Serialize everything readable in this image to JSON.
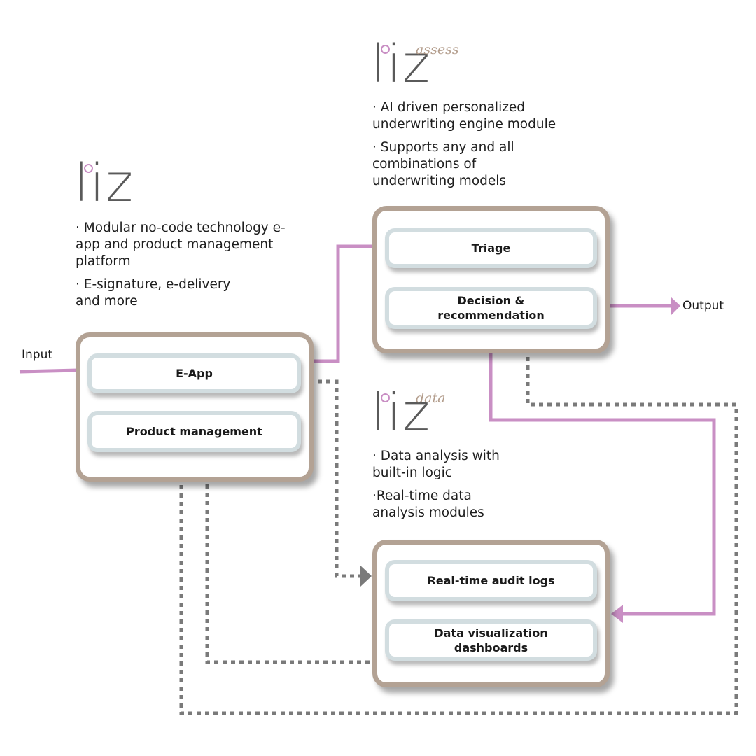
{
  "colors": {
    "flow_arrow": "#c98fc4",
    "dotted_arrow": "#7a7a7a",
    "outer_border": "#b3a294",
    "inner_border": "#d2dde0",
    "logo_text": "#5a5a5a",
    "logo_dot": "#c98fc4",
    "logo_suffix": "#b39d8c"
  },
  "liz": {
    "logo": {
      "text": "liz",
      "suffix": ""
    },
    "bullets": [
      "· Modular no-code technology e-app and product management platform",
      "· E-signature, e-delivery and more"
    ],
    "modules": [
      "E-App",
      "Product management"
    ]
  },
  "liz_assess": {
    "logo": {
      "text": "liz",
      "suffix": "assess"
    },
    "bullets": [
      "· AI driven personalized underwriting engine module",
      "· Supports any and all combinations of underwriting models"
    ],
    "modules": [
      "Triage",
      "Decision & recommendation"
    ]
  },
  "liz_data": {
    "logo": {
      "text": "liz",
      "suffix": "data"
    },
    "bullets": [
      "· Data analysis with built-in logic",
      "·Real-time data analysis modules"
    ],
    "modules": [
      "Real-time audit logs",
      "Data visualization dashboards"
    ]
  },
  "flow_labels": {
    "input": "Input",
    "output": "Output"
  }
}
